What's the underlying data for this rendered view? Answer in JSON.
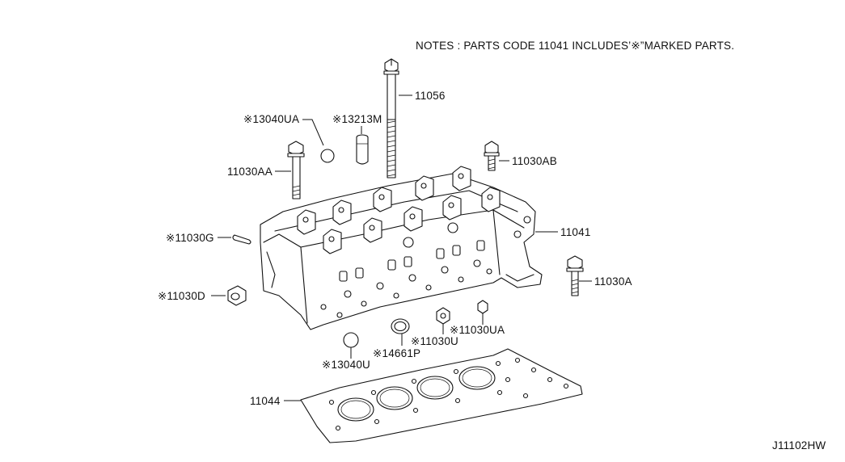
{
  "notes": "NOTES : PARTS CODE 11041 INCLUDES’※”MARKED PARTS.",
  "diagram_code": "J11102HW",
  "callouts": {
    "p11056": "11056",
    "p13040UA": "※13040UA",
    "p13213M": "※13213M",
    "p11030AA": "11030AA",
    "p11030AB": "11030AB",
    "p11041": "11041",
    "p11030G": "※11030G",
    "p11030D": "※11030D",
    "p11030A": "11030A",
    "p11030UA": "※11030UA",
    "p11030U": "※11030U",
    "p14661P": "※14661P",
    "p13040U": "※13040U",
    "p11044": "11044"
  }
}
